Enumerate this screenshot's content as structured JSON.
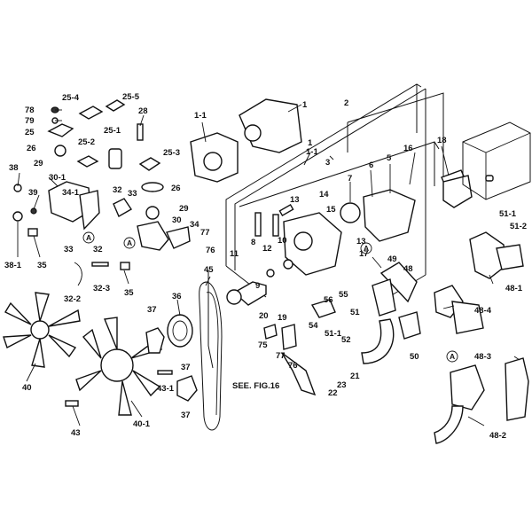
{
  "labels": {
    "p1": "1",
    "p1_1": "1-1",
    "p2": "2",
    "p3": "3",
    "p1b": "1",
    "p1_1b": "1-1",
    "p78": "78",
    "p79": "79",
    "p25": "25",
    "p26": "26",
    "p25_4": "25-4",
    "p25_5": "25-5",
    "p25_2": "25-2",
    "p25_1": "25-1",
    "p28": "28",
    "p25_3": "25-3",
    "p38": "38",
    "p29": "29",
    "p30_1": "30-1",
    "p34_1": "34-1",
    "p39": "39",
    "p33a": "33",
    "p32a": "32",
    "p38_1": "38-1",
    "p35a": "35",
    "p32b": "32",
    "p33b": "33",
    "p26b": "26",
    "p29b": "29",
    "p30": "30",
    "p34": "34",
    "p77a": "77",
    "p76a": "76",
    "p32_2": "32-2",
    "p32_3": "32-3",
    "p35b": "35",
    "p45": "45",
    "p36": "36",
    "p37a": "37",
    "p37b": "37",
    "p37c": "37",
    "p40": "40",
    "p40_1": "40-1",
    "p43_1": "43-1",
    "p43": "43",
    "p13a": "13",
    "p14": "14",
    "p15": "15",
    "p7": "7",
    "p6": "6",
    "p5": "5",
    "p16": "16",
    "p18": "18",
    "p8": "8",
    "p10": "10",
    "p12": "12",
    "p11": "11",
    "p9": "9",
    "p13b": "13",
    "p17": "17",
    "p55": "55",
    "p56": "56",
    "p54": "54",
    "p20": "20",
    "p19": "19",
    "p75": "75",
    "p77b": "77",
    "p76b": "76",
    "p22": "22",
    "p23": "23",
    "p21": "21",
    "p49": "49",
    "p48": "48",
    "p51": "51",
    "p51_1a": "51-1",
    "p52": "52",
    "p50": "50",
    "p48_4": "48-4",
    "p51_1b": "51-1",
    "p51_2": "51-2",
    "p48_1": "48-1",
    "p48_3": "48-3",
    "p48_2": "48-2",
    "circleA": "A",
    "seefig": "SEE. FIG.16"
  }
}
